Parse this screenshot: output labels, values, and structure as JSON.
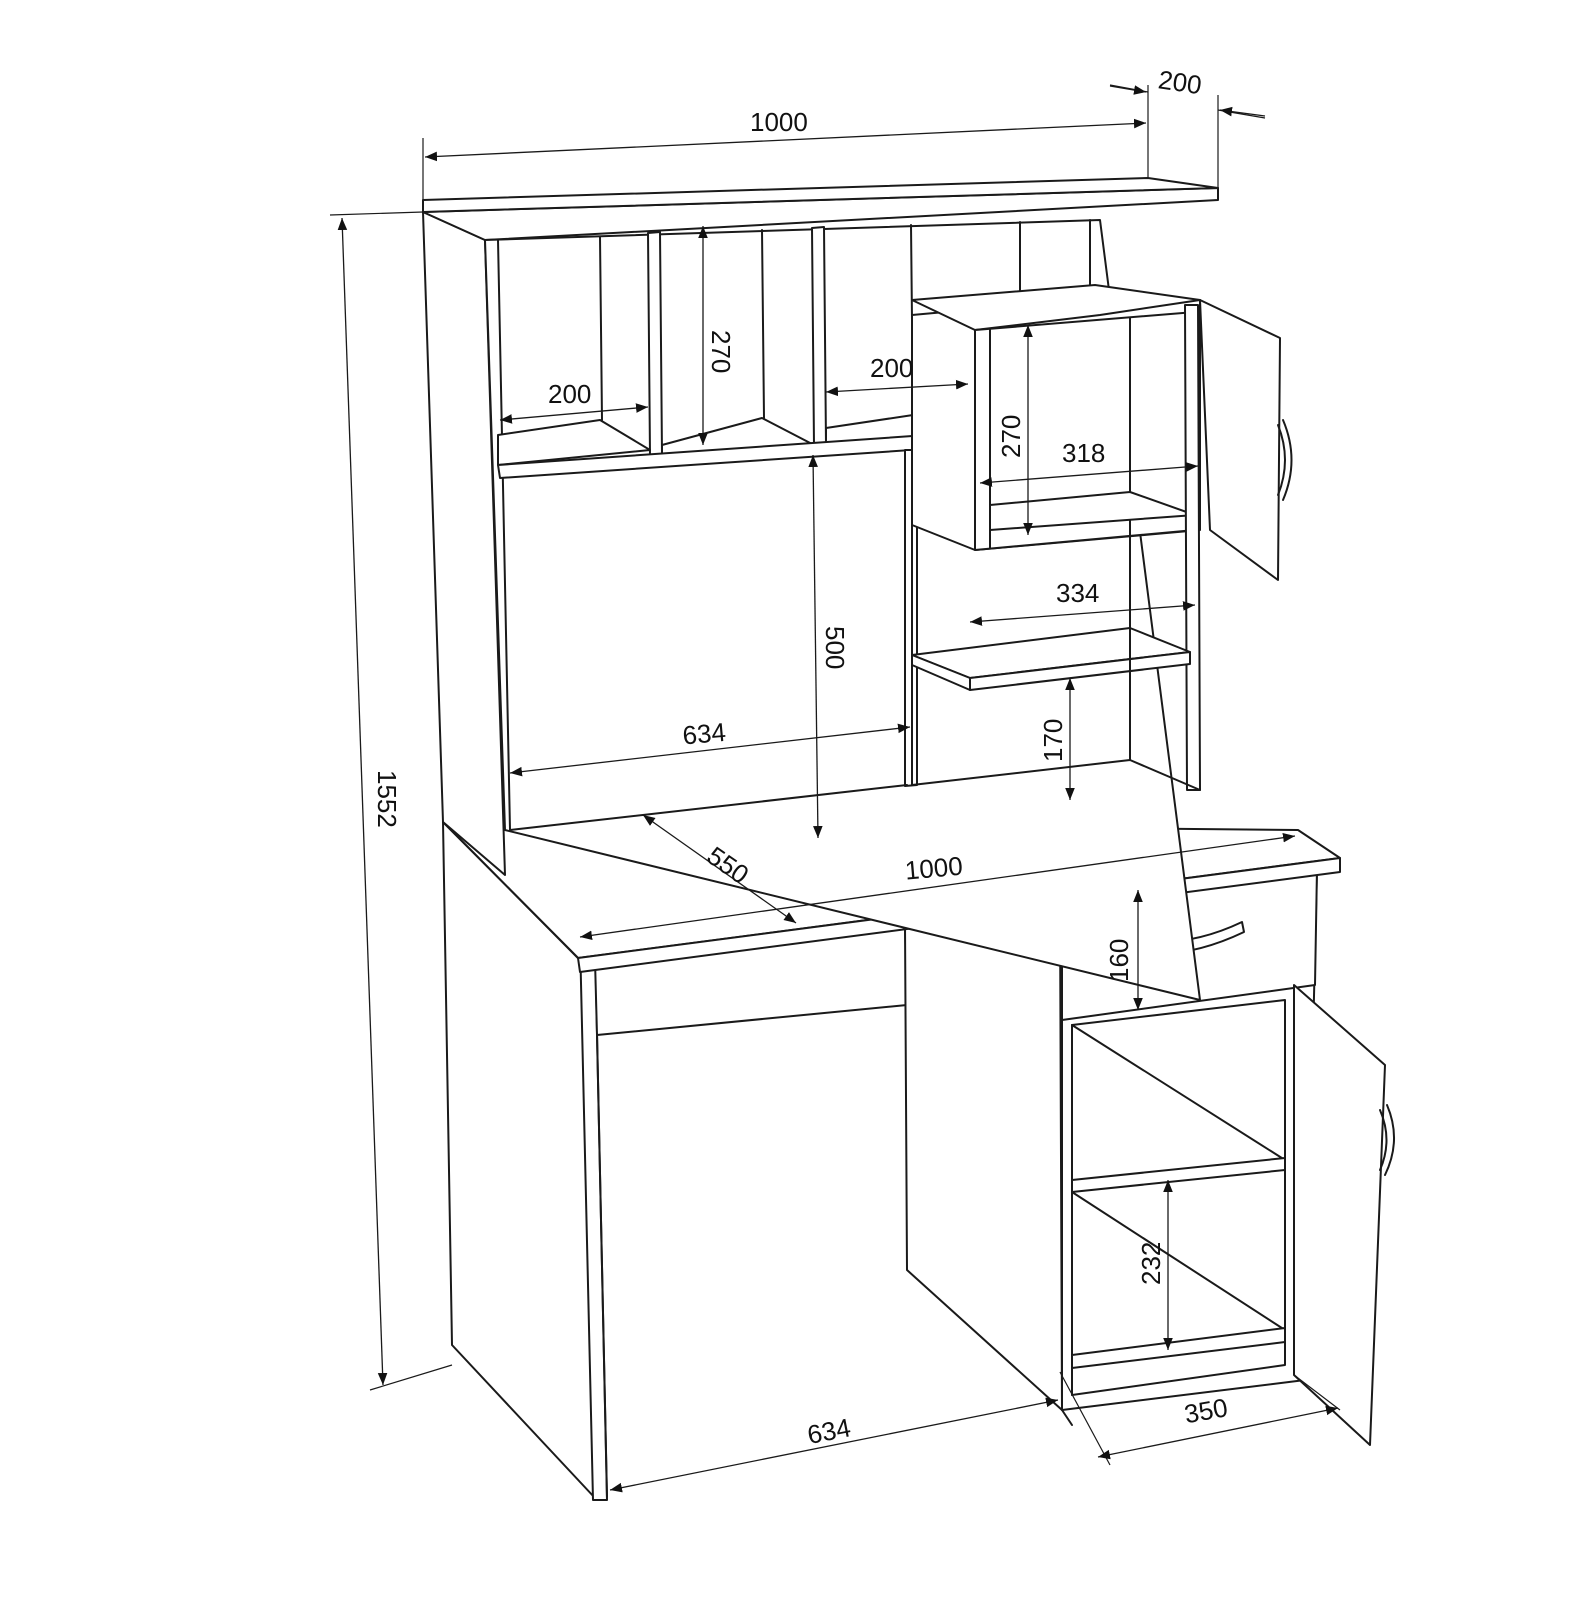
{
  "dimensions": {
    "top_shelf_width": "1000",
    "top_shelf_depth": "200",
    "total_height": "1552",
    "niche_height": "270",
    "niche_width_left": "200",
    "niche_width_right": "200",
    "cabinet_niche_height": "270",
    "cabinet_inner_width": "318",
    "shelf_width": "334",
    "shelf_clearance": "170",
    "hutch_opening_height": "500",
    "hutch_opening_width": "634",
    "desk_depth": "550",
    "desk_width": "1000",
    "drawer_height": "160",
    "pedestal_shelf_height": "232",
    "legroom_width": "634",
    "pedestal_width": "350"
  },
  "colors": {
    "line": "#1a1a1a",
    "background": "#ffffff"
  }
}
